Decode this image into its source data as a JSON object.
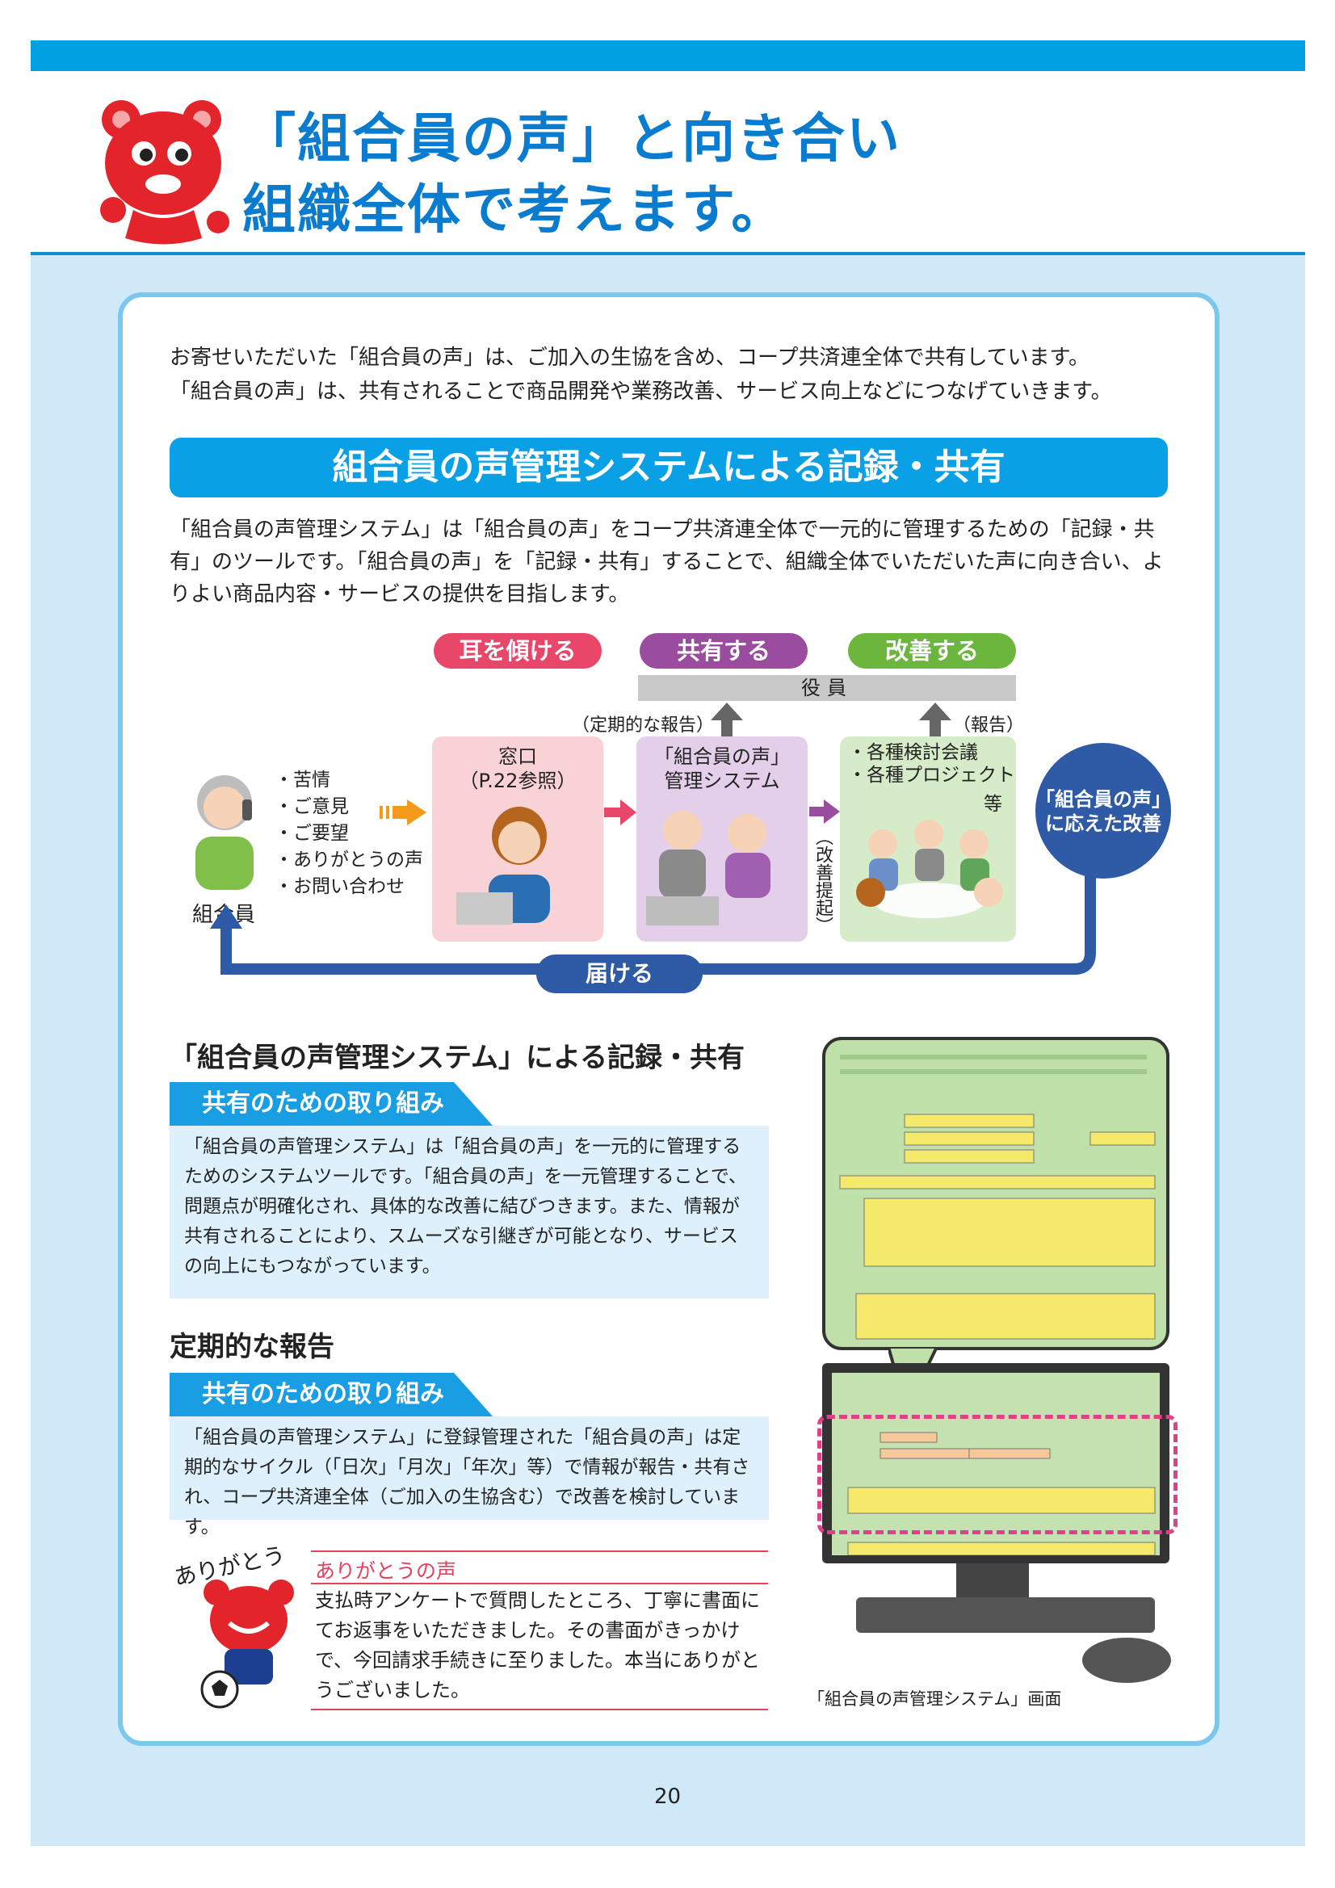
{
  "header": {
    "title_line1": "「組合員の声」と向き合い",
    "title_line2": "組織全体で考えます。"
  },
  "intro": {
    "line1": "お寄せいただいた「組合員の声」は、ご加入の生協を含め、コープ共済連全体で共有しています。",
    "line2": "「組合員の声」は、共有されることで商品開発や業務改善、サービス向上などにつなげていきます。"
  },
  "banner": {
    "label": "組合員の声管理システムによる記録・共有"
  },
  "description": "「組合員の声管理システム」は「組合員の声」をコープ共済連全体で一元的に管理するための「記録・共有」のツールです。「組合員の声」を「記録・共有」することで、組織全体でいただいた声に向き合い、よりよい商品内容・サービスの提供を目指します。",
  "diagram": {
    "pill_listen": "耳を傾ける",
    "pill_share": "共有する",
    "pill_improve": "改善する",
    "officers": "役員",
    "periodic_report": "（定期的な報告）",
    "report": "（報告）",
    "member_label": "組合員",
    "voice_types": [
      "・苦情",
      "・ご意見",
      "・ご要望",
      "・ありがとうの声",
      "・お問い合わせ"
    ],
    "window_title": "窓口",
    "window_ref": "（P.22参照）",
    "system_line1": "「組合員の声」",
    "system_line2": "管理システム",
    "proposal": "（改善提起）",
    "meetings": [
      "・各種検討会議",
      "・各種プロジェクト"
    ],
    "etc": "等",
    "improvement_line1": "「組合員の声」",
    "improvement_line2": "に応えた改善",
    "deliver": "届ける"
  },
  "section1": {
    "heading": "「組合員の声管理システム」による記録・共有",
    "tab": "共有のための取り組み",
    "text": "「組合員の声管理システム」は「組合員の声」を一元的に管理するためのシステムツールです。「組合員の声」を一元管理することで、問題点が明確化され、具体的な改善に結びつきます。また、情報が共有されることにより、スムーズな引継ぎが可能となり、サービスの向上にもつながっています。"
  },
  "section2": {
    "heading": "定期的な報告",
    "tab": "共有のための取り組み",
    "text": "「組合員の声管理システム」に登録管理された「組合員の声」は定期的なサイクル（「日次」「月次」「年次」等）で情報が報告・共有され、コープ共済連全体（ご加入の生協含む）で改善を検討しています。"
  },
  "thanks": {
    "mascot_caption": "ありがとう",
    "title": "ありがとうの声",
    "text": "支払時アンケートで質問したところ、丁寧に書面にてお返事をいただきました。その書面がきっかけで、今回請求手続きに至りました。本当にありがとうございました。"
  },
  "screen_caption": "「組合員の声管理システム」画面",
  "page_number": "20",
  "colors": {
    "accent_blue": "#0a9fe4",
    "pill_pink": "#e8476a",
    "pill_purple": "#9a4c9e",
    "pill_green": "#6cb63e",
    "flow_navy": "#2f5aa6",
    "box_pink": "#f9d2d6",
    "box_lavender": "#e3cfe9",
    "box_green": "#d6ebc8"
  }
}
